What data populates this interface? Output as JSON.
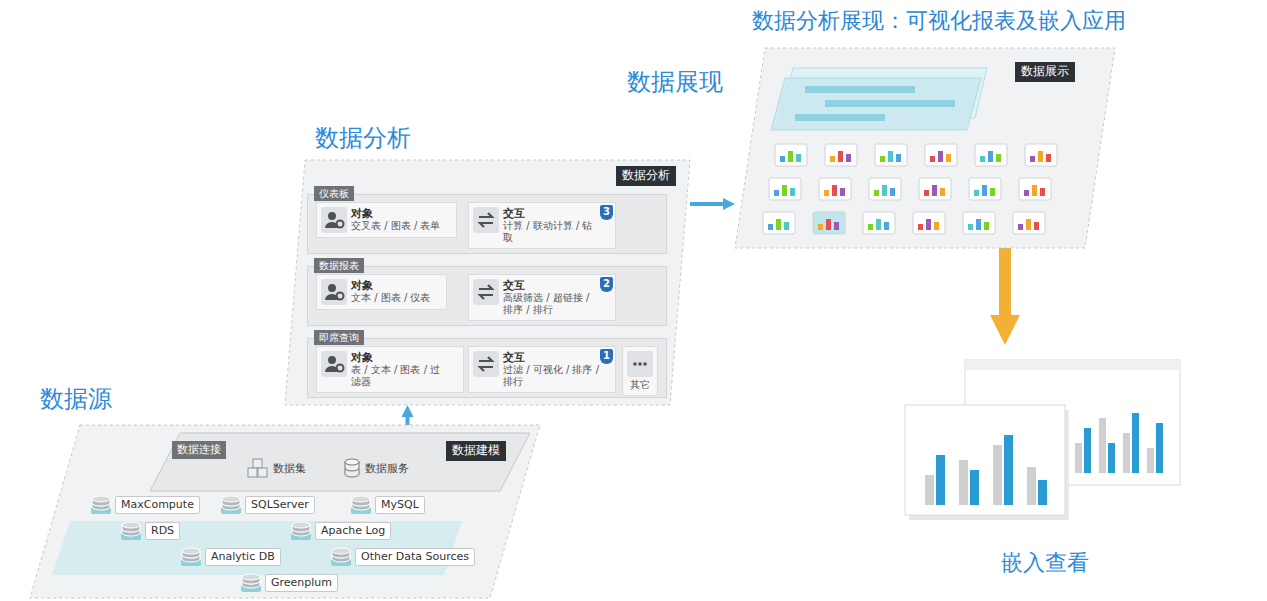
{
  "diagram": {
    "title": "数据分析展现：可视化报表及嵌入应用",
    "nodes": [
      {
        "text": [
          "数据源"
        ]
      },
      {
        "text": [
          "数据建模"
        ],
        "in": 0
      },
      {
        "text": [
          "数据集"
        ],
        "in": 1
      },
      {
        "text": [
          "数据服务"
        ],
        "in": 1
      },
      {
        "text": [
          "SQLServer"
        ],
        "in": 0
      },
      {
        "text": [
          "MaxCompute"
        ],
        "in": 0
      },
      {
        "text": [
          "MySQL"
        ],
        "in": 0
      },
      {
        "text": [
          "RDS"
        ],
        "in": 0
      },
      {
        "text": [
          "Apache Log"
        ],
        "in": 0
      },
      {
        "text": [
          "Analytic DB"
        ],
        "in": 0
      },
      {
        "text": [
          "Other Data Sources"
        ],
        "in": 0
      },
      {
        "text": [
          "Greenplum"
        ],
        "in": 0
      },
      {
        "text": [
          "数据分析",
          "数据分析"
        ]
      },
      {
        "text": [
          "仪表板"
        ],
        "in": 12
      },
      {
        "text": [
          "对象",
          "交叉表 / 图表 / 表单"
        ],
        "in": 13
      },
      {
        "text": [
          "交互",
          "计算 / 联动计算 / 钻取"
        ],
        "in": 13
      },
      {
        "text": [
          "数据报表"
        ],
        "in": 12
      },
      {
        "text": [
          "对象",
          "文本 / 图表 / 仪表"
        ],
        "in": 16
      },
      {
        "text": [
          "交互",
          "高级筛选 / 超链接 / 排序 / 排行"
        ],
        "in": 16
      },
      {
        "text": [
          "即席查询"
        ],
        "in": 12
      },
      {
        "text": [
          "对象",
          "表 / 文本 / 图表 / 过滤器"
        ],
        "in": 19
      },
      {
        "text": [
          "交互",
          "过滤 / 可视化 / 排序 / 排行"
        ],
        "in": 19
      },
      {
        "text": [
          "其它"
        ],
        "in": 19
      },
      {
        "text": [
          "数据展现",
          "数据展示"
        ]
      },
      {
        "text": [
          "嵌入查看"
        ]
      }
    ],
    "edges": [
      {
        "from": 1,
        "to": 12,
        "arrow": "to"
      },
      {
        "from": 12,
        "to": 23,
        "arrow": "to"
      },
      {
        "from": 23,
        "to": 24,
        "arrow": "to"
      }
    ],
    "labels": [
      "数据连接",
      "1",
      "2",
      "3"
    ]
  }
}
